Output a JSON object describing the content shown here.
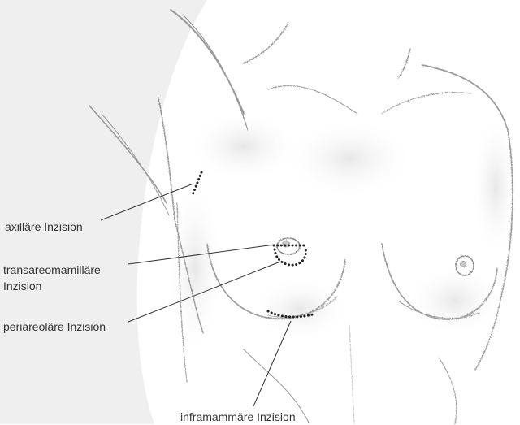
{
  "labels": {
    "axillary": "axilläre Inzision",
    "transareolar": "transareomamilläre Inzision",
    "periareolar": "periareoläre Inzision",
    "inframammary": "inframammäre Inzision"
  },
  "colors": {
    "background_left": "#efefef",
    "background_right": "#ffffff",
    "pencil": "#9a9a9a",
    "shading": "#d8d8d8",
    "leader_line": "#333333",
    "incision_dots": "#222222",
    "label_text": "#333333"
  }
}
